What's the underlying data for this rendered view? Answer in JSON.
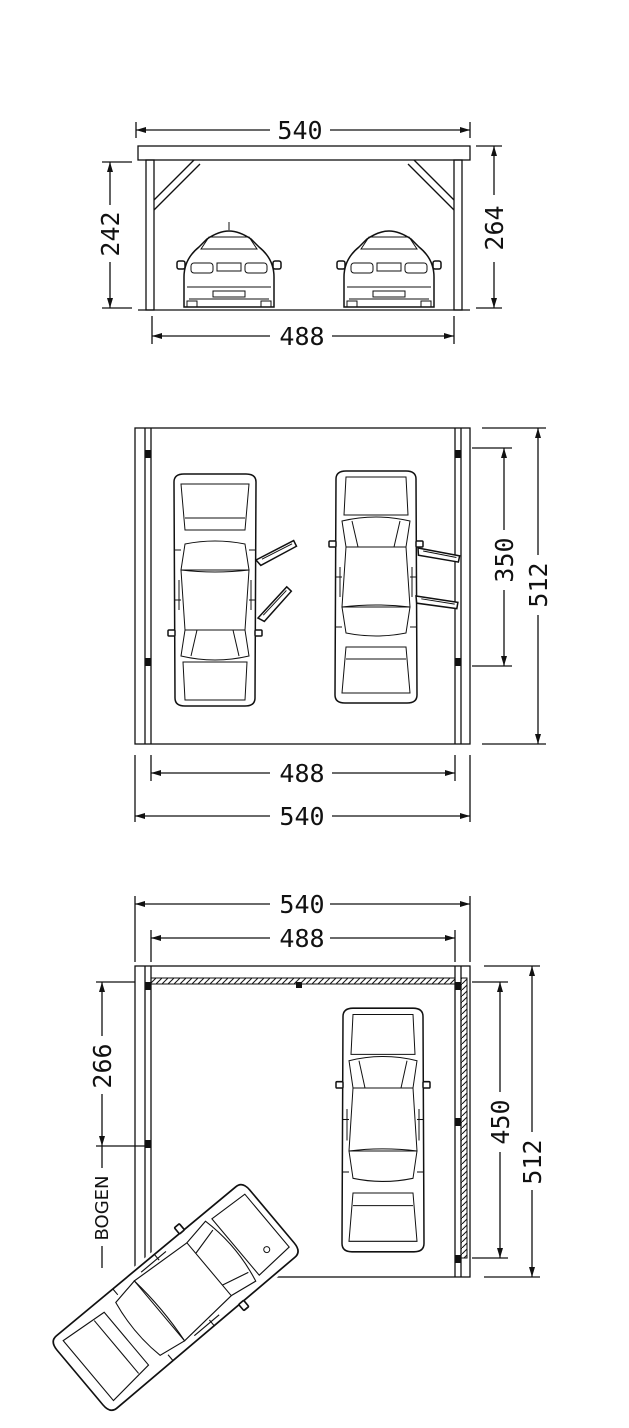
{
  "front_view": {
    "width_total": "540",
    "width_inner": "488",
    "height_left": "242",
    "height_right": "264"
  },
  "plan_view_1": {
    "depth_inner": "350",
    "depth_total": "512",
    "width_inner": "488",
    "width_total": "540"
  },
  "plan_view_2": {
    "width_total": "540",
    "width_inner": "488",
    "left_segment": "266",
    "arch_label": "BOGEN",
    "depth_inner": "450",
    "depth_total": "512"
  }
}
